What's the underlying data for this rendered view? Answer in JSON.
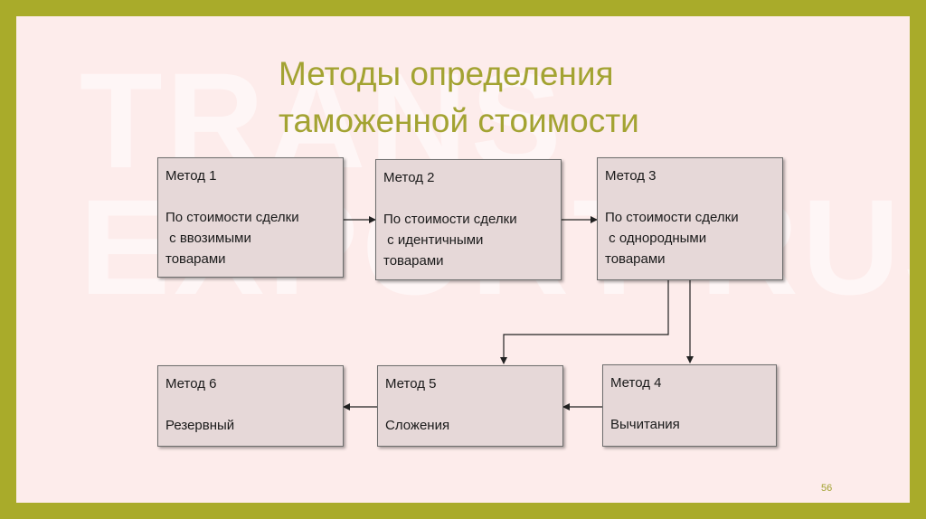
{
  "watermark": {
    "line1": "TRANS",
    "line2": "EXPORT RUS"
  },
  "title": {
    "line1": "Методы определения",
    "line2": "таможенной стоимости"
  },
  "methods": [
    {
      "label": "Метод 1",
      "lines": [
        "По стоимости сделки",
        " с ввозимыми",
        "товарами"
      ]
    },
    {
      "label": "Метод 2",
      "lines": [
        "По стоимости сделки",
        " с идентичными",
        "товарами"
      ]
    },
    {
      "label": "Метод 3",
      "lines": [
        "По стоимости сделки",
        " с однородными",
        "товарами"
      ]
    },
    {
      "label": "Метод 4",
      "lines": [
        "Вычитания"
      ]
    },
    {
      "label": "Метод 5",
      "lines": [
        "Сложения"
      ]
    },
    {
      "label": "Метод 6",
      "lines": [
        "Резервный"
      ]
    }
  ],
  "page_number": "56",
  "colors": {
    "frame": "#a9ab2a",
    "background": "#fdeceb",
    "title": "#a3a332",
    "box": "#e6d8d8"
  }
}
